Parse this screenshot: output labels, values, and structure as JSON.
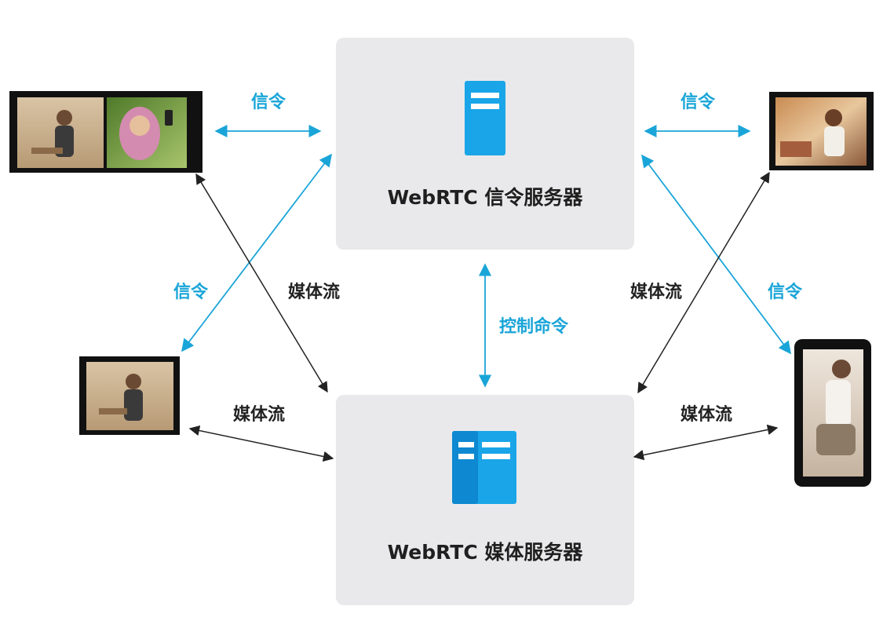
{
  "servers": {
    "signaling": {
      "title": "WebRTC 信令服务器",
      "icon": "server-icon"
    },
    "media": {
      "title": "WebRTC 媒体服务器",
      "icon": "server-cluster-icon"
    }
  },
  "labels": {
    "signal": "信令",
    "media_stream": "媒体流",
    "control": "控制命令"
  },
  "devices": [
    {
      "name": "laptop-multiparty-video-call"
    },
    {
      "name": "desktop-video-call"
    },
    {
      "name": "tablet-video-call"
    },
    {
      "name": "phone-video-call"
    }
  ],
  "colors": {
    "signal": "#1aa5d8",
    "media": "#222222",
    "server_box": "#e9e9eb",
    "icon": "#1aa5e8"
  }
}
